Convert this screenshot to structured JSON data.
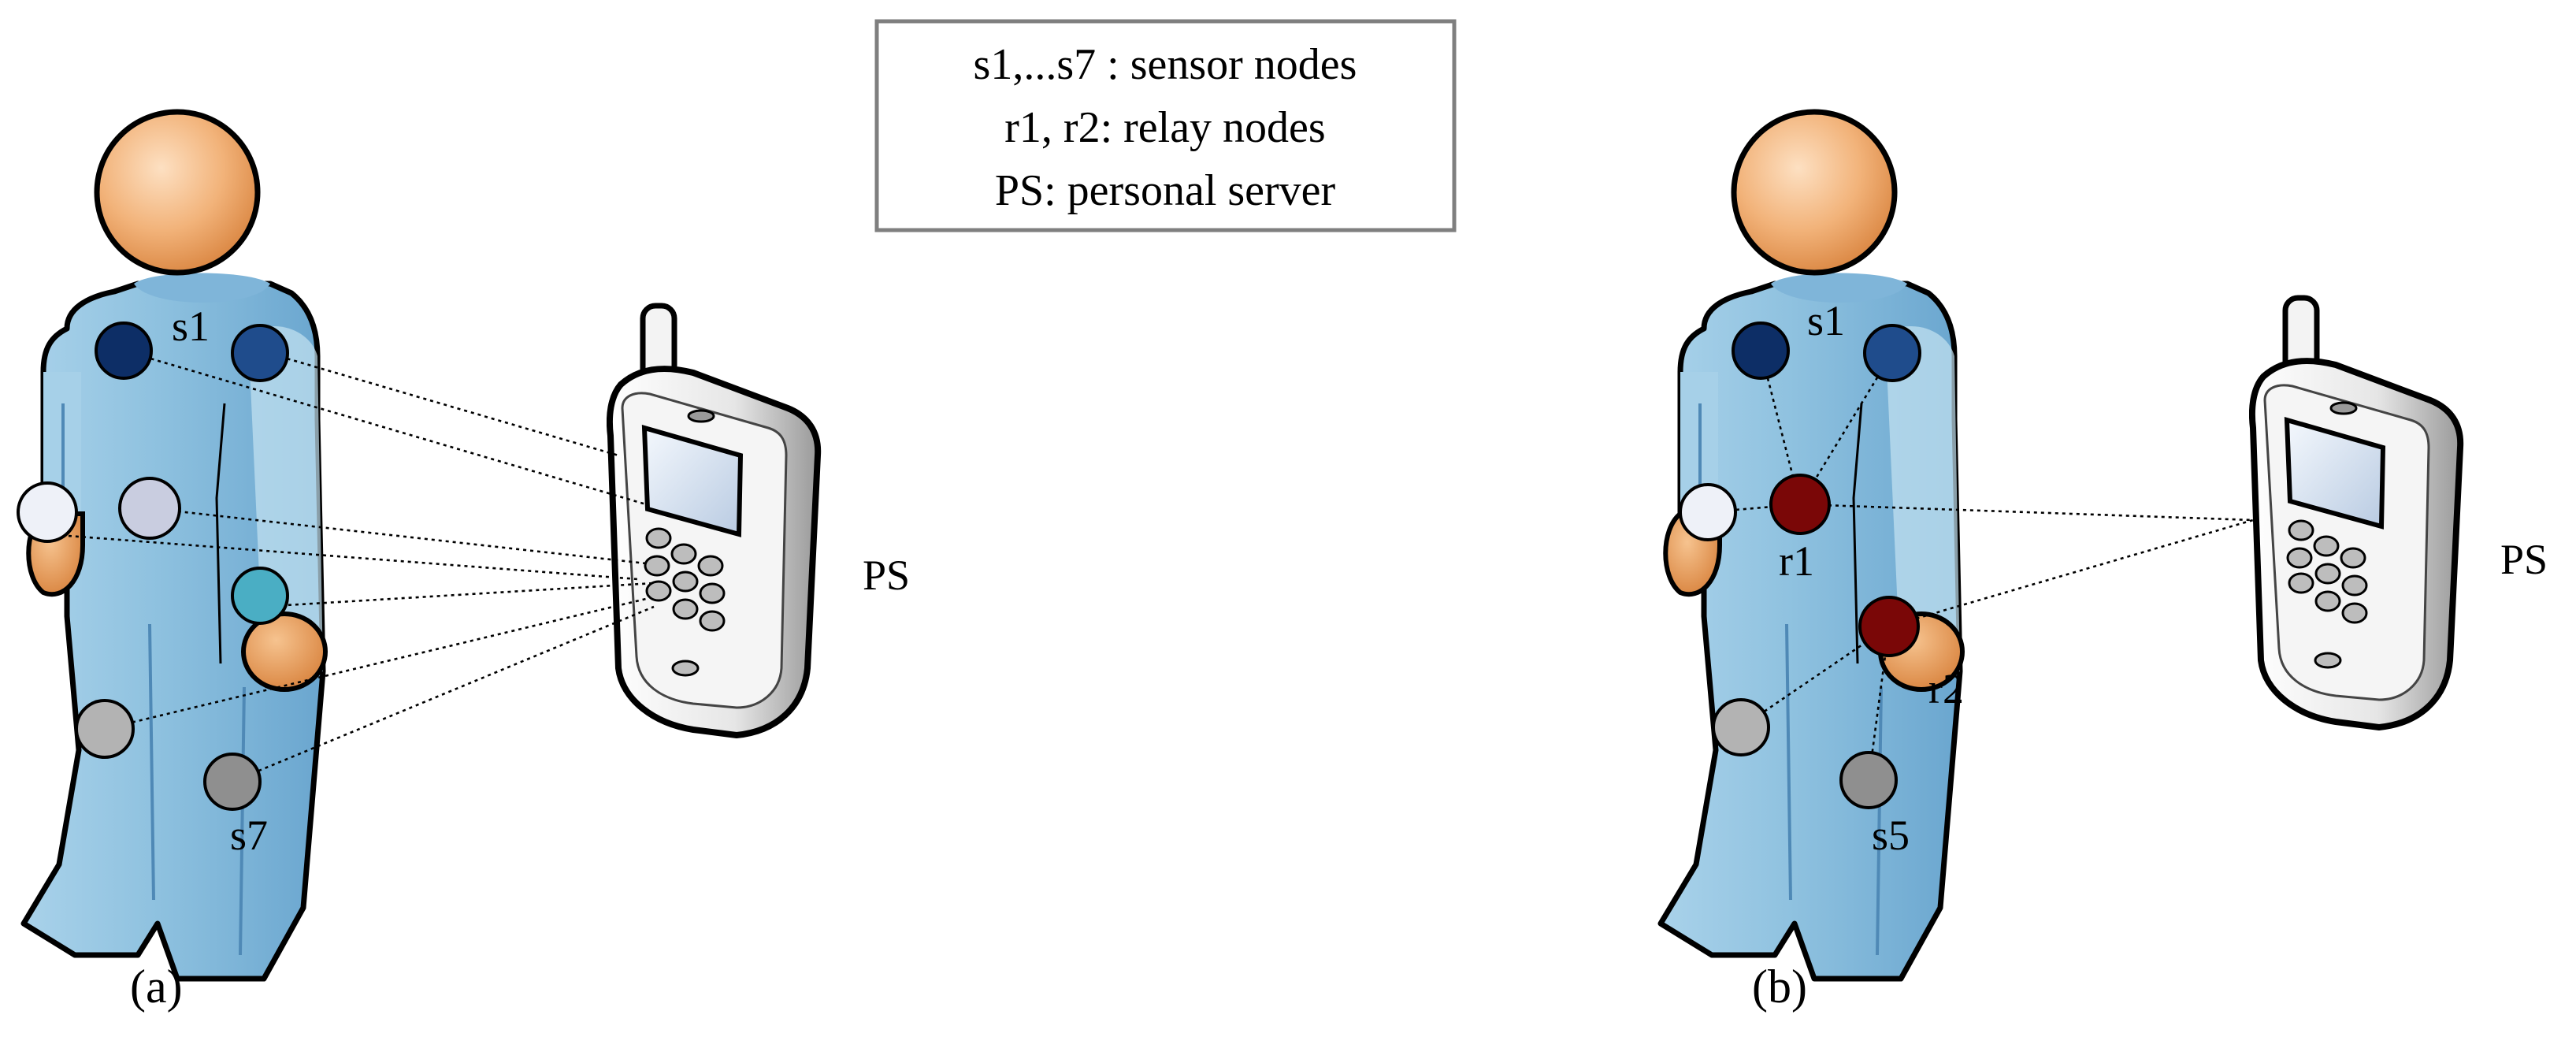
{
  "legend": {
    "line1": "s1,...s7 : sensor nodes",
    "line2": "r1, r2: relay nodes",
    "line3": "PS: personal server"
  },
  "panel_a": {
    "caption": "(a)",
    "label_s1": "s1",
    "label_s7": "s7",
    "label_ps": "PS"
  },
  "panel_b": {
    "caption": "(b)",
    "label_s1": "s1",
    "label_s5": "s5",
    "label_r1": "r1",
    "label_r2": "r2",
    "label_ps": "PS"
  },
  "colors": {
    "suit": "#8ec1df",
    "suit_light": "#cfe8f3",
    "skin": "#e99a52",
    "relay": "#7a0707",
    "sensor_dark_navy": "#0d2e66",
    "sensor_navy": "#1f4c8c",
    "sensor_white": "#eef1f8",
    "sensor_lavender": "#c9cde0",
    "sensor_teal": "#4aaec4",
    "sensor_gray": "#b3b3b3",
    "sensor_dark_gray": "#8f8f8f"
  }
}
